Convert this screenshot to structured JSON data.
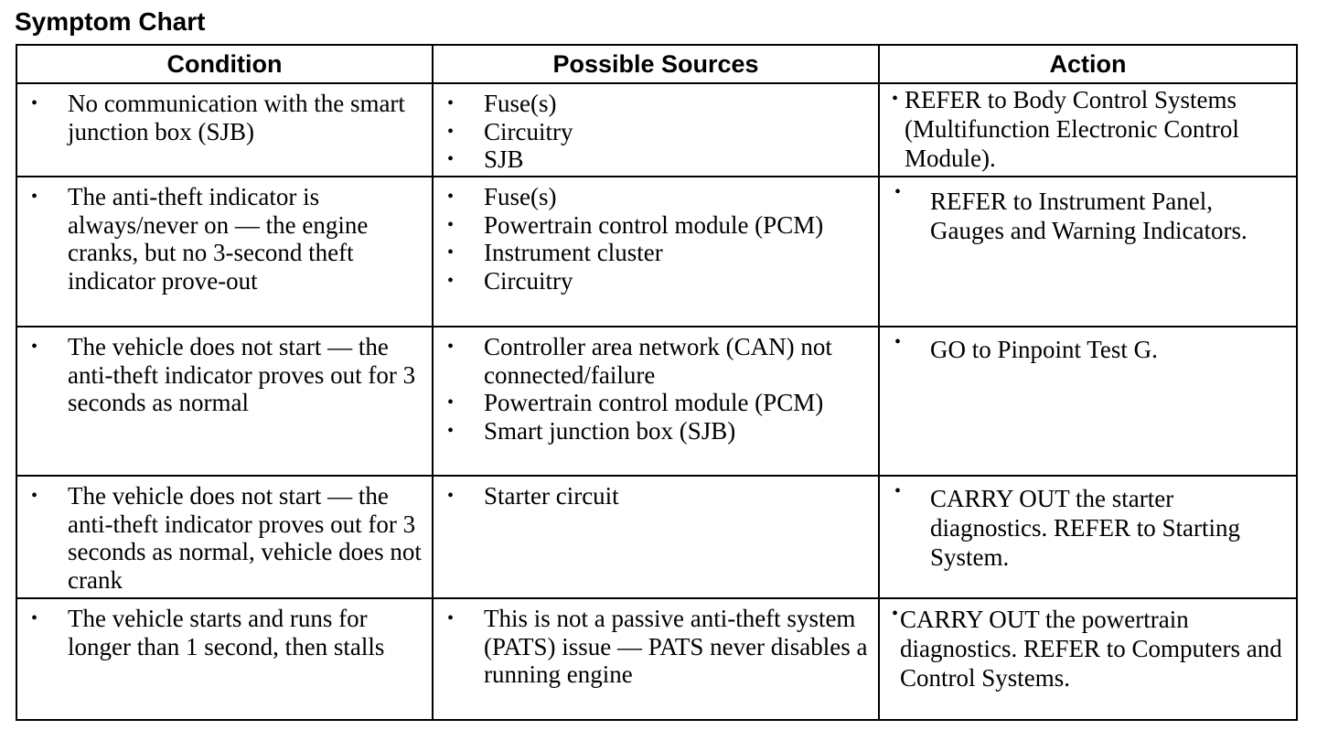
{
  "title": "Symptom Chart",
  "headers": {
    "condition": "Condition",
    "sources": "Possible Sources",
    "action": "Action"
  },
  "rows": [
    {
      "condition": "No communication with the smart junction box (SJB)",
      "sources": [
        "Fuse(s)",
        "Circuitry",
        "SJB"
      ],
      "action": "REFER to Body Control Systems (Multifunction Electronic Control Module)."
    },
    {
      "condition": "The anti-theft indicator is always/never on — the engine cranks, but no 3-second theft indicator prove-out",
      "sources": [
        "Fuse(s)",
        "Powertrain control module (PCM)",
        "Instrument cluster",
        "Circuitry"
      ],
      "action": "REFER to Instrument Panel, Gauges and Warning Indicators."
    },
    {
      "condition": "The vehicle does not start — the anti-theft indicator proves out for 3 seconds as normal",
      "sources": [
        "Controller area network (CAN) not connected/failure",
        "Powertrain control module (PCM)",
        "Smart junction box (SJB)"
      ],
      "action": "GO to Pinpoint Test G."
    },
    {
      "condition": "The vehicle does not start — the anti-theft indicator proves out for 3 seconds as normal, vehicle does not crank",
      "sources": [
        "Starter circuit"
      ],
      "action": "CARRY OUT the starter diagnostics. REFER to Starting System."
    },
    {
      "condition": "The vehicle starts and runs for longer than 1 second, then stalls",
      "sources": [
        "This is not a passive anti-theft system (PATS) issue — PATS never disables a running engine"
      ],
      "action": "CARRY OUT the powertrain diagnostics. REFER to Computers and Control Systems."
    }
  ]
}
